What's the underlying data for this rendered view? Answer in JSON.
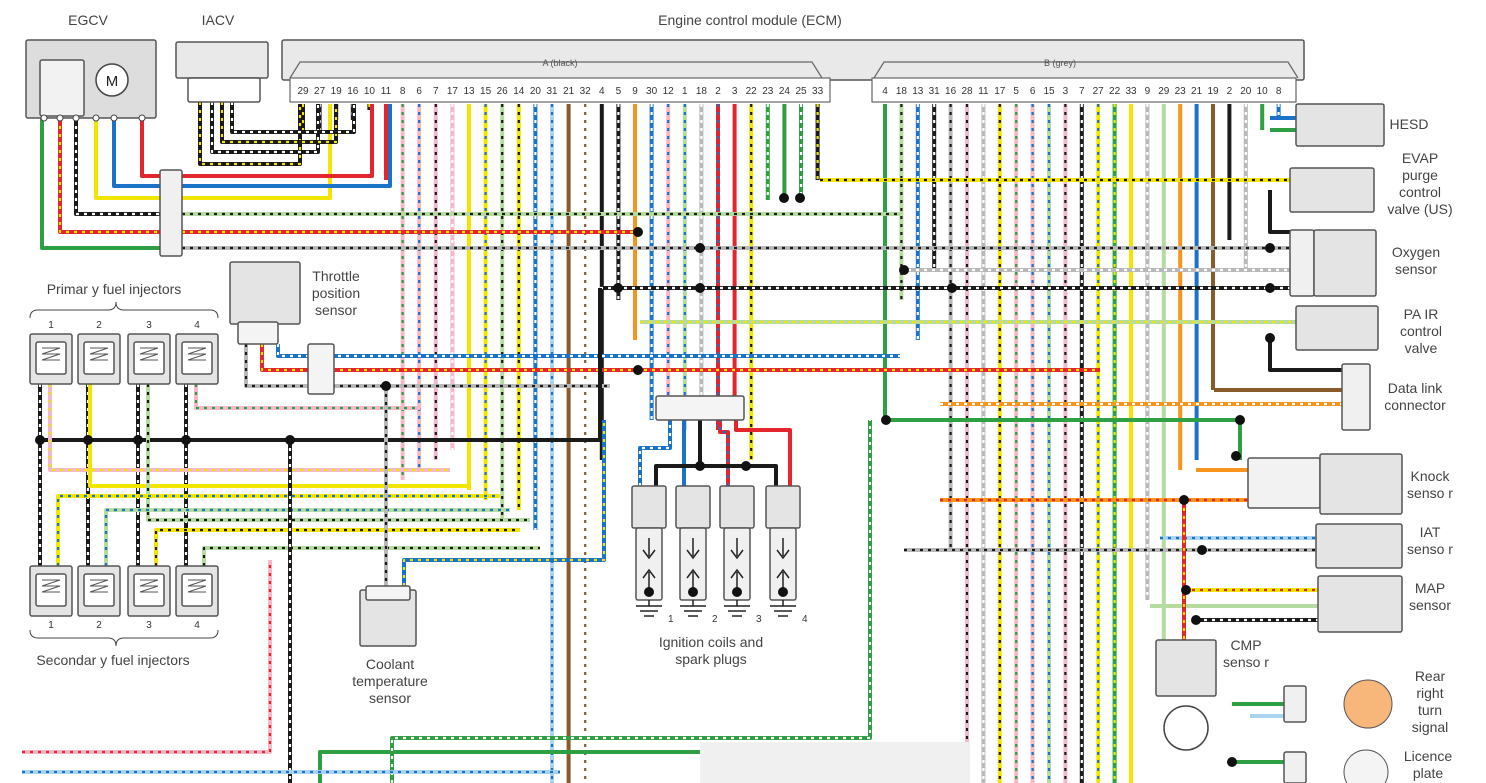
{
  "labels": {
    "egcv": "EGCV",
    "iacv": "IACV",
    "ecm": "Engine control module (ECM)",
    "connector_a": "A (black)",
    "connector_b": "B (grey)",
    "hesd": "HESD",
    "evap": "EVAP\npurge\ncontrol\nvalve (US)",
    "oxygen": "Oxygen\nsensor",
    "pair": "PA IR\ncontrol\nvalve",
    "dlc": "Data link\nconnector",
    "knock": "Knock\nsenso r",
    "iat": "IAT\nsenso r",
    "map": "MAP\nsensor",
    "cmp": "CMP\nsenso r",
    "rear_turn": "Rear\nright\nturn\nsignal",
    "licence": "Licence\nplate",
    "throttle": "Throttle\nposition\nsensor",
    "primary": "Primar  y fuel injectors",
    "secondary": "Secondar  y fuel injectors",
    "coolant": "Coolant\ntemperature\nsensor",
    "ignition": "Ignition coils and\nspark plugs",
    "motor": "M"
  },
  "pins_a": [
    "29",
    "27",
    "19",
    "16",
    "10",
    "11",
    "8",
    "6",
    "7",
    "17",
    "13",
    "15",
    "26",
    "14",
    "20",
    "31",
    "21",
    "32",
    "4",
    "5",
    "9",
    "30",
    "12",
    "1",
    "18",
    "2",
    "3",
    "22",
    "23",
    "24",
    "25",
    "33"
  ],
  "pins_b": [
    "4",
    "18",
    "13",
    "31",
    "16",
    "28",
    "11",
    "17",
    "5",
    "6",
    "15",
    "3",
    "7",
    "27",
    "22",
    "33",
    "9",
    "29",
    "23",
    "21",
    "19",
    "2",
    "20",
    "10",
    "8"
  ],
  "injector_numbers": [
    "1",
    "2",
    "3",
    "4"
  ],
  "coil_numbers": [
    "1",
    "2",
    "3",
    "4"
  ],
  "wire_colors": {
    "black": "#1a1a1a",
    "yellow": "#f2e600",
    "blue": "#1a73c9",
    "light_blue": "#a8d4f0",
    "red": "#e3262e",
    "pink": "#f5b8c8",
    "green": "#2ea043",
    "light_green": "#b5dba0",
    "grey": "#b8b8b8",
    "orange": "#f7941d",
    "brown": "#8b5a2b",
    "white": "#ffffff"
  }
}
